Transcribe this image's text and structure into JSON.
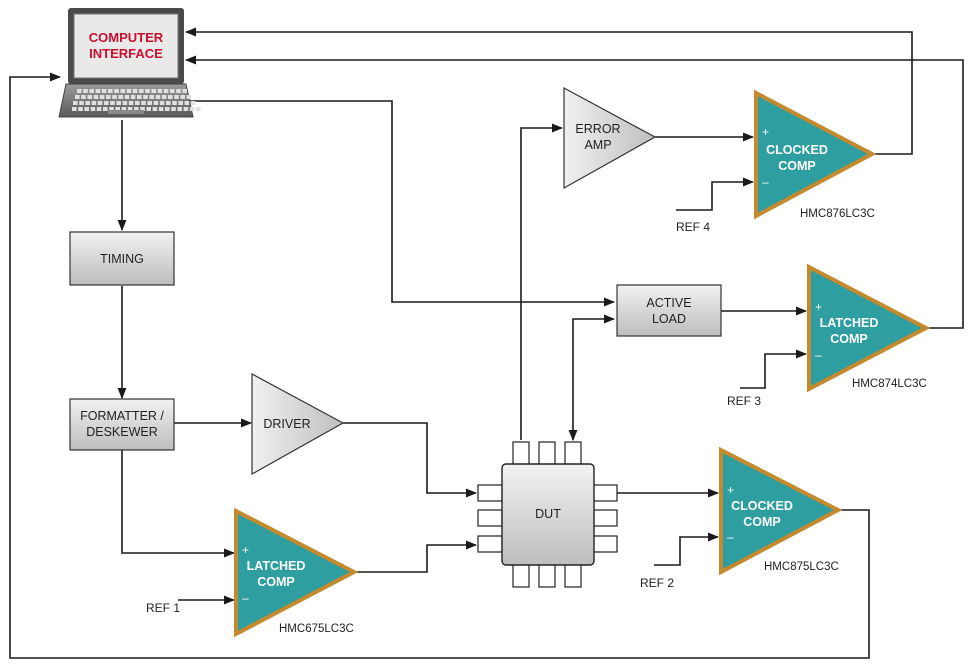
{
  "laptop": {
    "line1": "COMPUTER",
    "line2": "INTERFACE"
  },
  "blocks": {
    "timing": "TIMING",
    "formatter_line1": "FORMATTER /",
    "formatter_line2": "DESKEWER",
    "active_load_line1": "ACTIVE",
    "active_load_line2": "LOAD",
    "dut": "DUT"
  },
  "amps": {
    "driver": "DRIVER",
    "error_amp_line1": "ERROR",
    "error_amp_line2": "AMP"
  },
  "comparators": [
    {
      "line1": "CLOCKED",
      "line2": "COMP",
      "part": "HMC876LC3C",
      "ref": "REF 4"
    },
    {
      "line1": "LATCHED",
      "line2": "COMP",
      "part": "HMC874LC3C",
      "ref": "REF 3"
    },
    {
      "line1": "CLOCKED",
      "line2": "COMP",
      "part": "HMC875LC3C",
      "ref": "REF 2"
    },
    {
      "line1": "LATCHED",
      "line2": "COMP",
      "part": "HMC675LC3C",
      "ref": "REF 1"
    }
  ],
  "pins": {
    "plus": "+",
    "minus": "–"
  },
  "colors": {
    "comp_fill": "#2e9ea0",
    "comp_border": "#c58a2d",
    "block_fill": "#d4d4d4",
    "laptop_text": "#c8102e"
  }
}
